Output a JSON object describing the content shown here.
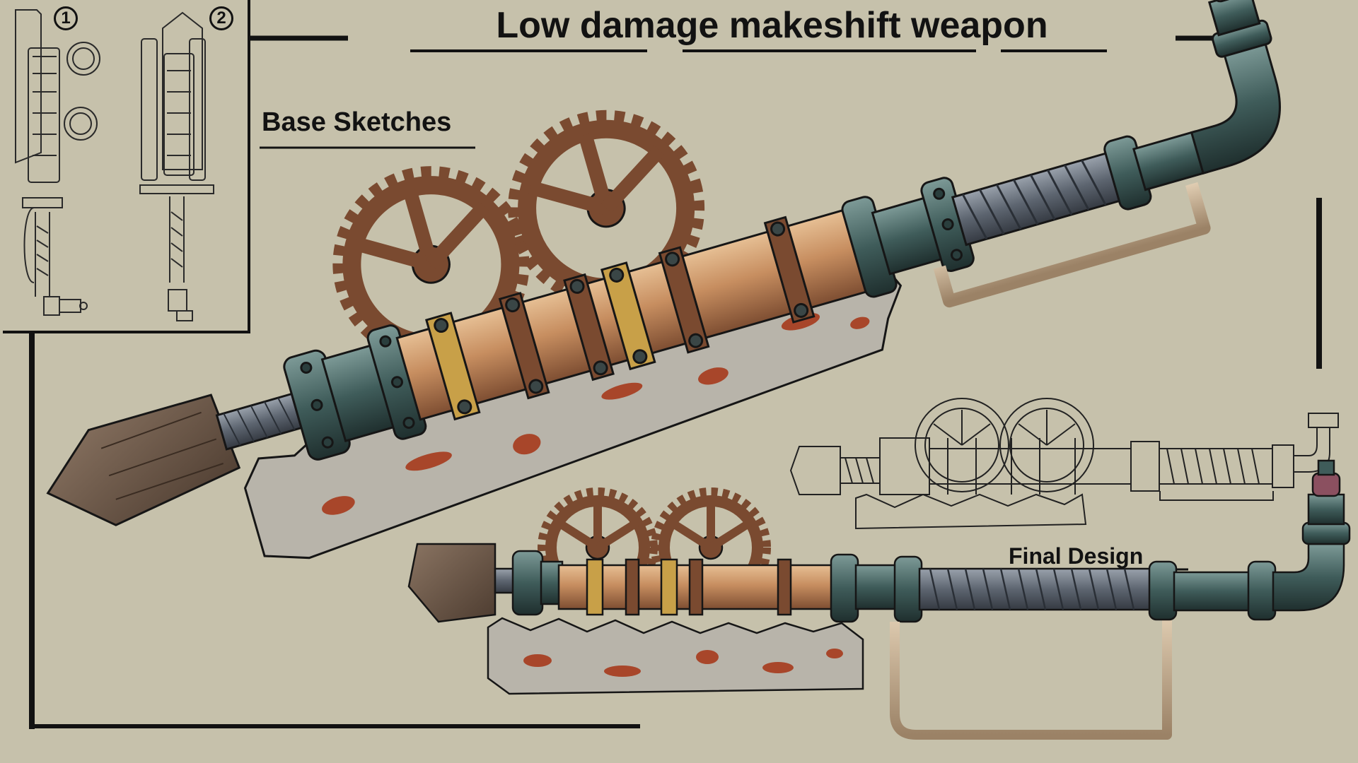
{
  "title": "Low damage makeshift weapon",
  "labels": {
    "base_sketches": "Base Sketches",
    "final_design": "Final Design",
    "sketch_1": "1",
    "sketch_2": "2"
  },
  "colors": {
    "background": "#c6c1ab",
    "ink": "#121212",
    "rust": "#7a4a30",
    "rust_spot": "#a8462a",
    "copper_pipe": "#c08a5e",
    "teal_metal": "#3f5c5a",
    "blade_steel": "#b8b4aa",
    "wrap": "#5d6570",
    "shovel": "#6c5646",
    "handle": "#cbb294",
    "cap_red": "#8b5060"
  }
}
